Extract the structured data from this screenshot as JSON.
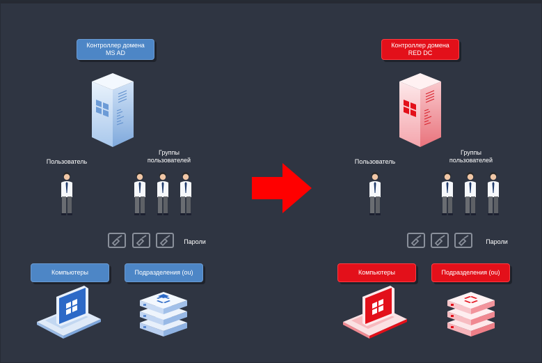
{
  "left": {
    "controller_line1": "Контроллер домена",
    "controller_line2": "MS AD",
    "user_label": "Пользователь",
    "groups_line1": "Группы",
    "groups_line2": "пользователей",
    "passwords_label": "Пароли",
    "computers_label": "Компьютеры",
    "ou_label": "Подразделения (ou)"
  },
  "right": {
    "controller_line1": "Контроллер домена",
    "controller_line2": "RED DC",
    "user_label": "Пользователь",
    "groups_line1": "Группы",
    "groups_line2": "пользователей",
    "passwords_label": "Пароли",
    "computers_label": "Компьютеры",
    "ou_label": "Подразделения (ou)"
  },
  "colors": {
    "background": "#2f3542",
    "blue_accent": "#4d86c6",
    "red_accent": "#e3101a",
    "arrow": "#ff0000"
  },
  "icons": [
    "server-icon",
    "person-icon",
    "password-icon",
    "laptop-icon",
    "server-stack-icon",
    "arrow-right-icon"
  ]
}
